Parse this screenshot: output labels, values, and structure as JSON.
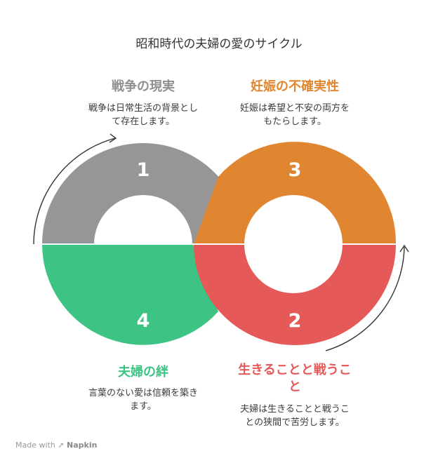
{
  "title": "昭和時代の夫婦の愛のサイクル",
  "colors": {
    "gray": "#969696",
    "orange": "#E08630",
    "red": "#E55A58",
    "green": "#3DC485"
  },
  "segments": [
    {
      "number": "1",
      "heading": "戦争の現実",
      "description_lines": [
        "戦争は日常生活の背景とし",
        "て存在します。"
      ]
    },
    {
      "number": "2",
      "heading_lines": [
        "生きることと戦うこ",
        "と"
      ],
      "description_lines": [
        "夫婦は生きることと戦うこ",
        "との狭間で苦労します。"
      ]
    },
    {
      "number": "3",
      "heading": "妊娠の不確実性",
      "description_lines": [
        "妊娠は希望と不安の両方を",
        "もたらします。"
      ]
    },
    {
      "number": "4",
      "heading": "夫婦の絆",
      "description_lines": [
        "言葉のない愛は信頼を築き",
        "ます。"
      ]
    }
  ],
  "footer": {
    "prefix": "Made with",
    "brand": "Napkin"
  }
}
